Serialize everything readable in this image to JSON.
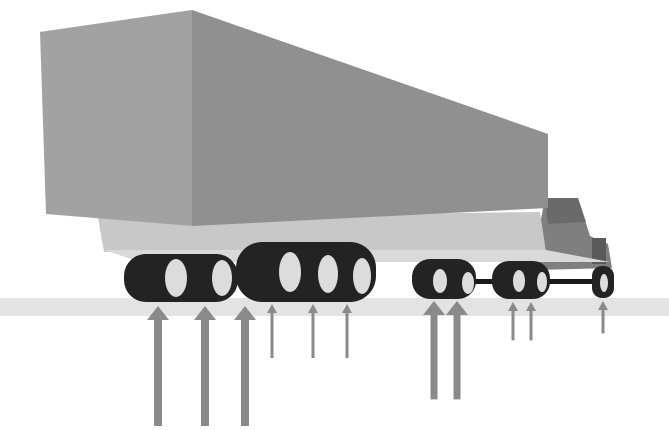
{
  "scene": {
    "subject": "semi-truck",
    "colors": {
      "background": "#ffffff",
      "ground": "#e3e3e3",
      "trailer_front": "#a2a2a2",
      "trailer_top": "#b8b8b8",
      "trailer_side": "#909090",
      "trailer_underside": "#c8c8c8",
      "cab": "#7f7f7f",
      "cab_dark": "#5a5a5a",
      "tire": "#232323",
      "hub": "#dcdcdc",
      "axle": "#1a1a1a",
      "arrow": "#8a8a8a"
    },
    "wheel_groups": [
      "trailer-tandem-rear",
      "trailer-tandem-front",
      "tractor-drive",
      "tractor-steer"
    ],
    "force_arrows": {
      "count": 11,
      "relative_magnitudes": [
        1.0,
        1.0,
        1.0,
        0.45,
        0.45,
        0.45,
        0.82,
        0.82,
        0.32,
        0.32,
        0.27
      ]
    }
  }
}
